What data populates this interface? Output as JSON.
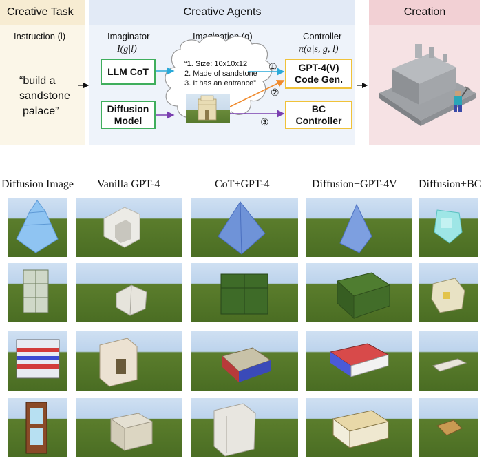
{
  "header": {
    "task_title": "Creative Task",
    "agents_title": "Creative Agents",
    "creation_title": "Creation"
  },
  "task": {
    "instruction_label": "Instruction (l)",
    "instruction_text_1": "“build a",
    "instruction_text_2": "sandstone",
    "instruction_text_3": "palace”"
  },
  "agents": {
    "imaginator_label": "Imaginator",
    "imaginator_formula": "I(g|l)",
    "imagination_label": "Imagination (g)",
    "controller_label": "Controller",
    "controller_formula": "π(a|s, g, l)",
    "llm_cot": "LLM CoT",
    "diffusion_1": "Diffusion",
    "diffusion_2": "Model",
    "gpt_1": "GPT-4(V)",
    "gpt_2": "Code Gen.",
    "bc_1": "BC",
    "bc_2": "Controller",
    "thought_1": "“1. Size: 10x10x12",
    "thought_2": "2. Made of sandstone",
    "thought_3": "3. It has an entrance”",
    "marker_1": "①",
    "marker_2": "②",
    "marker_3": "③"
  },
  "colors": {
    "green_border": "#3fae5c",
    "orange_border": "#f0c23a",
    "cyan_arrow": "#2aa9d8",
    "orange_arrow": "#f08a2c",
    "purple_arrow": "#7a3fb0"
  },
  "grid": {
    "columns": [
      "Diffusion Image",
      "Vanilla GPT-4",
      "CoT+GPT-4",
      "Diffusion+GPT-4V",
      "Diffusion+BC"
    ]
  }
}
